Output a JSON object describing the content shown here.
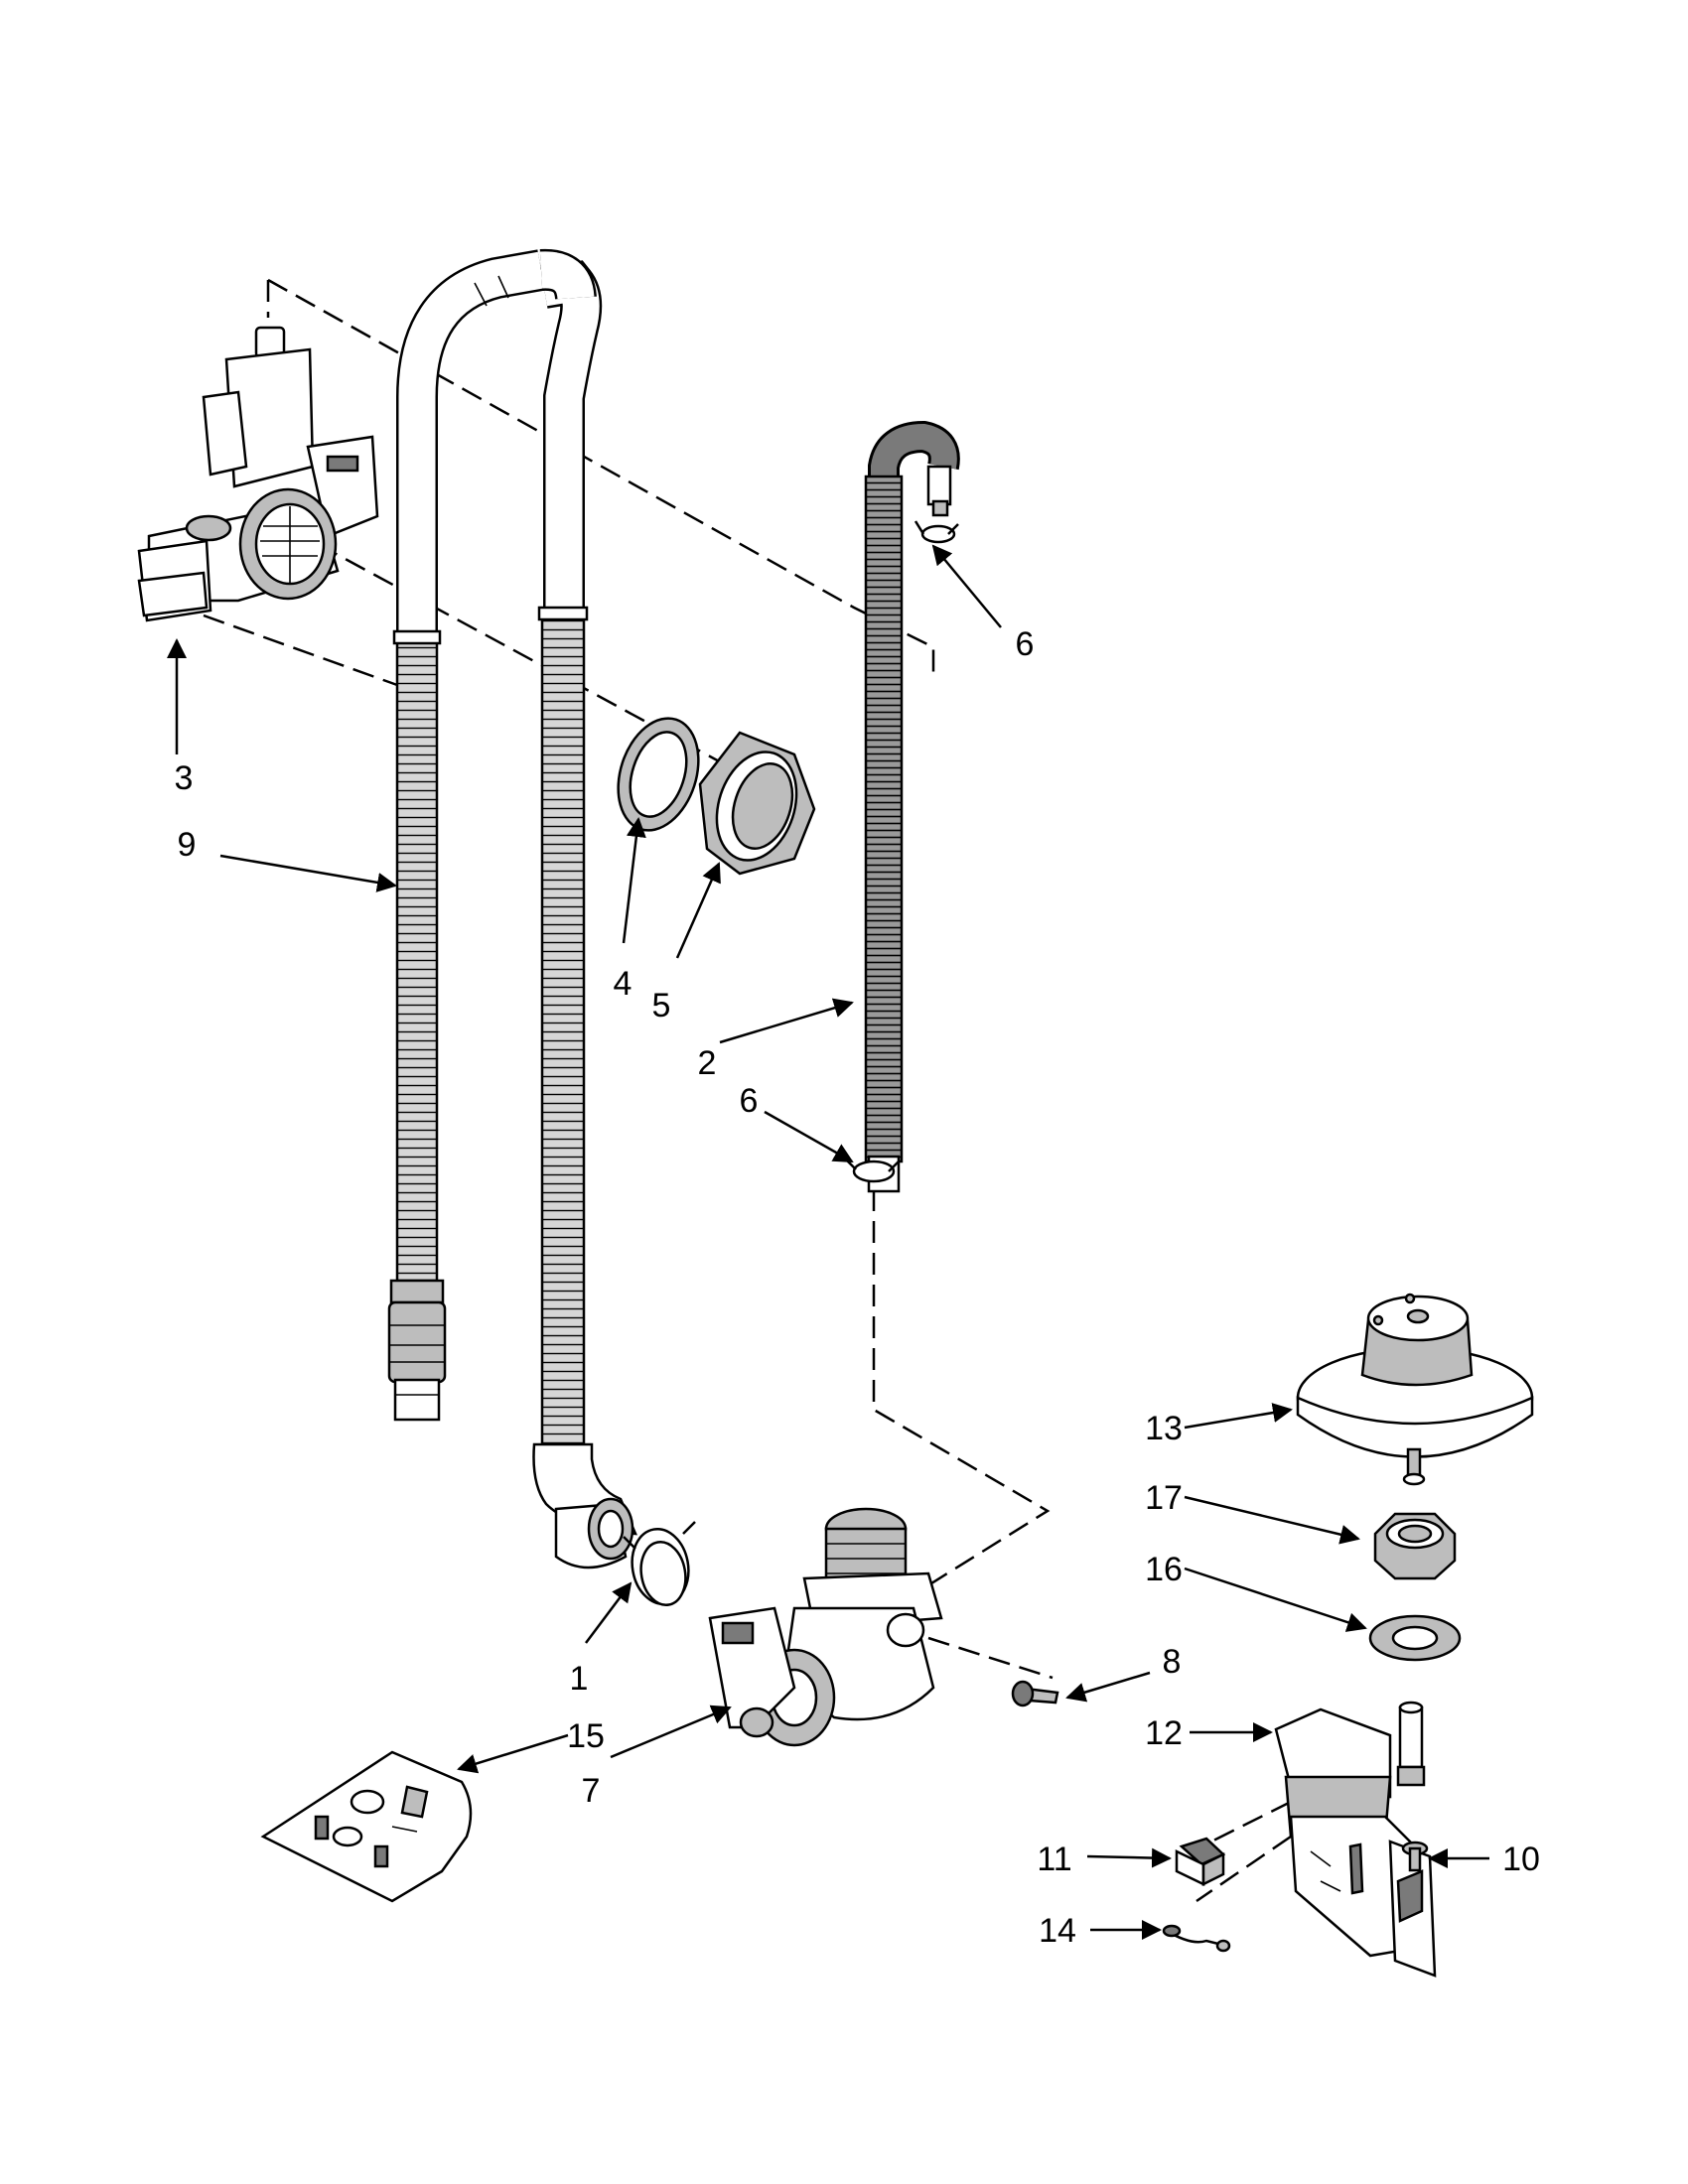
{
  "diagram": {
    "callouts": [
      {
        "id": "1",
        "label": "1"
      },
      {
        "id": "2",
        "label": "2"
      },
      {
        "id": "3",
        "label": "3"
      },
      {
        "id": "4",
        "label": "4"
      },
      {
        "id": "5",
        "label": "5"
      },
      {
        "id": "6a",
        "label": "6"
      },
      {
        "id": "6b",
        "label": "6"
      },
      {
        "id": "7",
        "label": "7"
      },
      {
        "id": "8",
        "label": "8"
      },
      {
        "id": "9",
        "label": "9"
      },
      {
        "id": "10",
        "label": "10"
      },
      {
        "id": "11",
        "label": "11"
      },
      {
        "id": "12",
        "label": "12"
      },
      {
        "id": "13",
        "label": "13"
      },
      {
        "id": "14",
        "label": "14"
      },
      {
        "id": "15",
        "label": "15"
      },
      {
        "id": "16",
        "label": "16"
      },
      {
        "id": "17",
        "label": "17"
      }
    ]
  }
}
